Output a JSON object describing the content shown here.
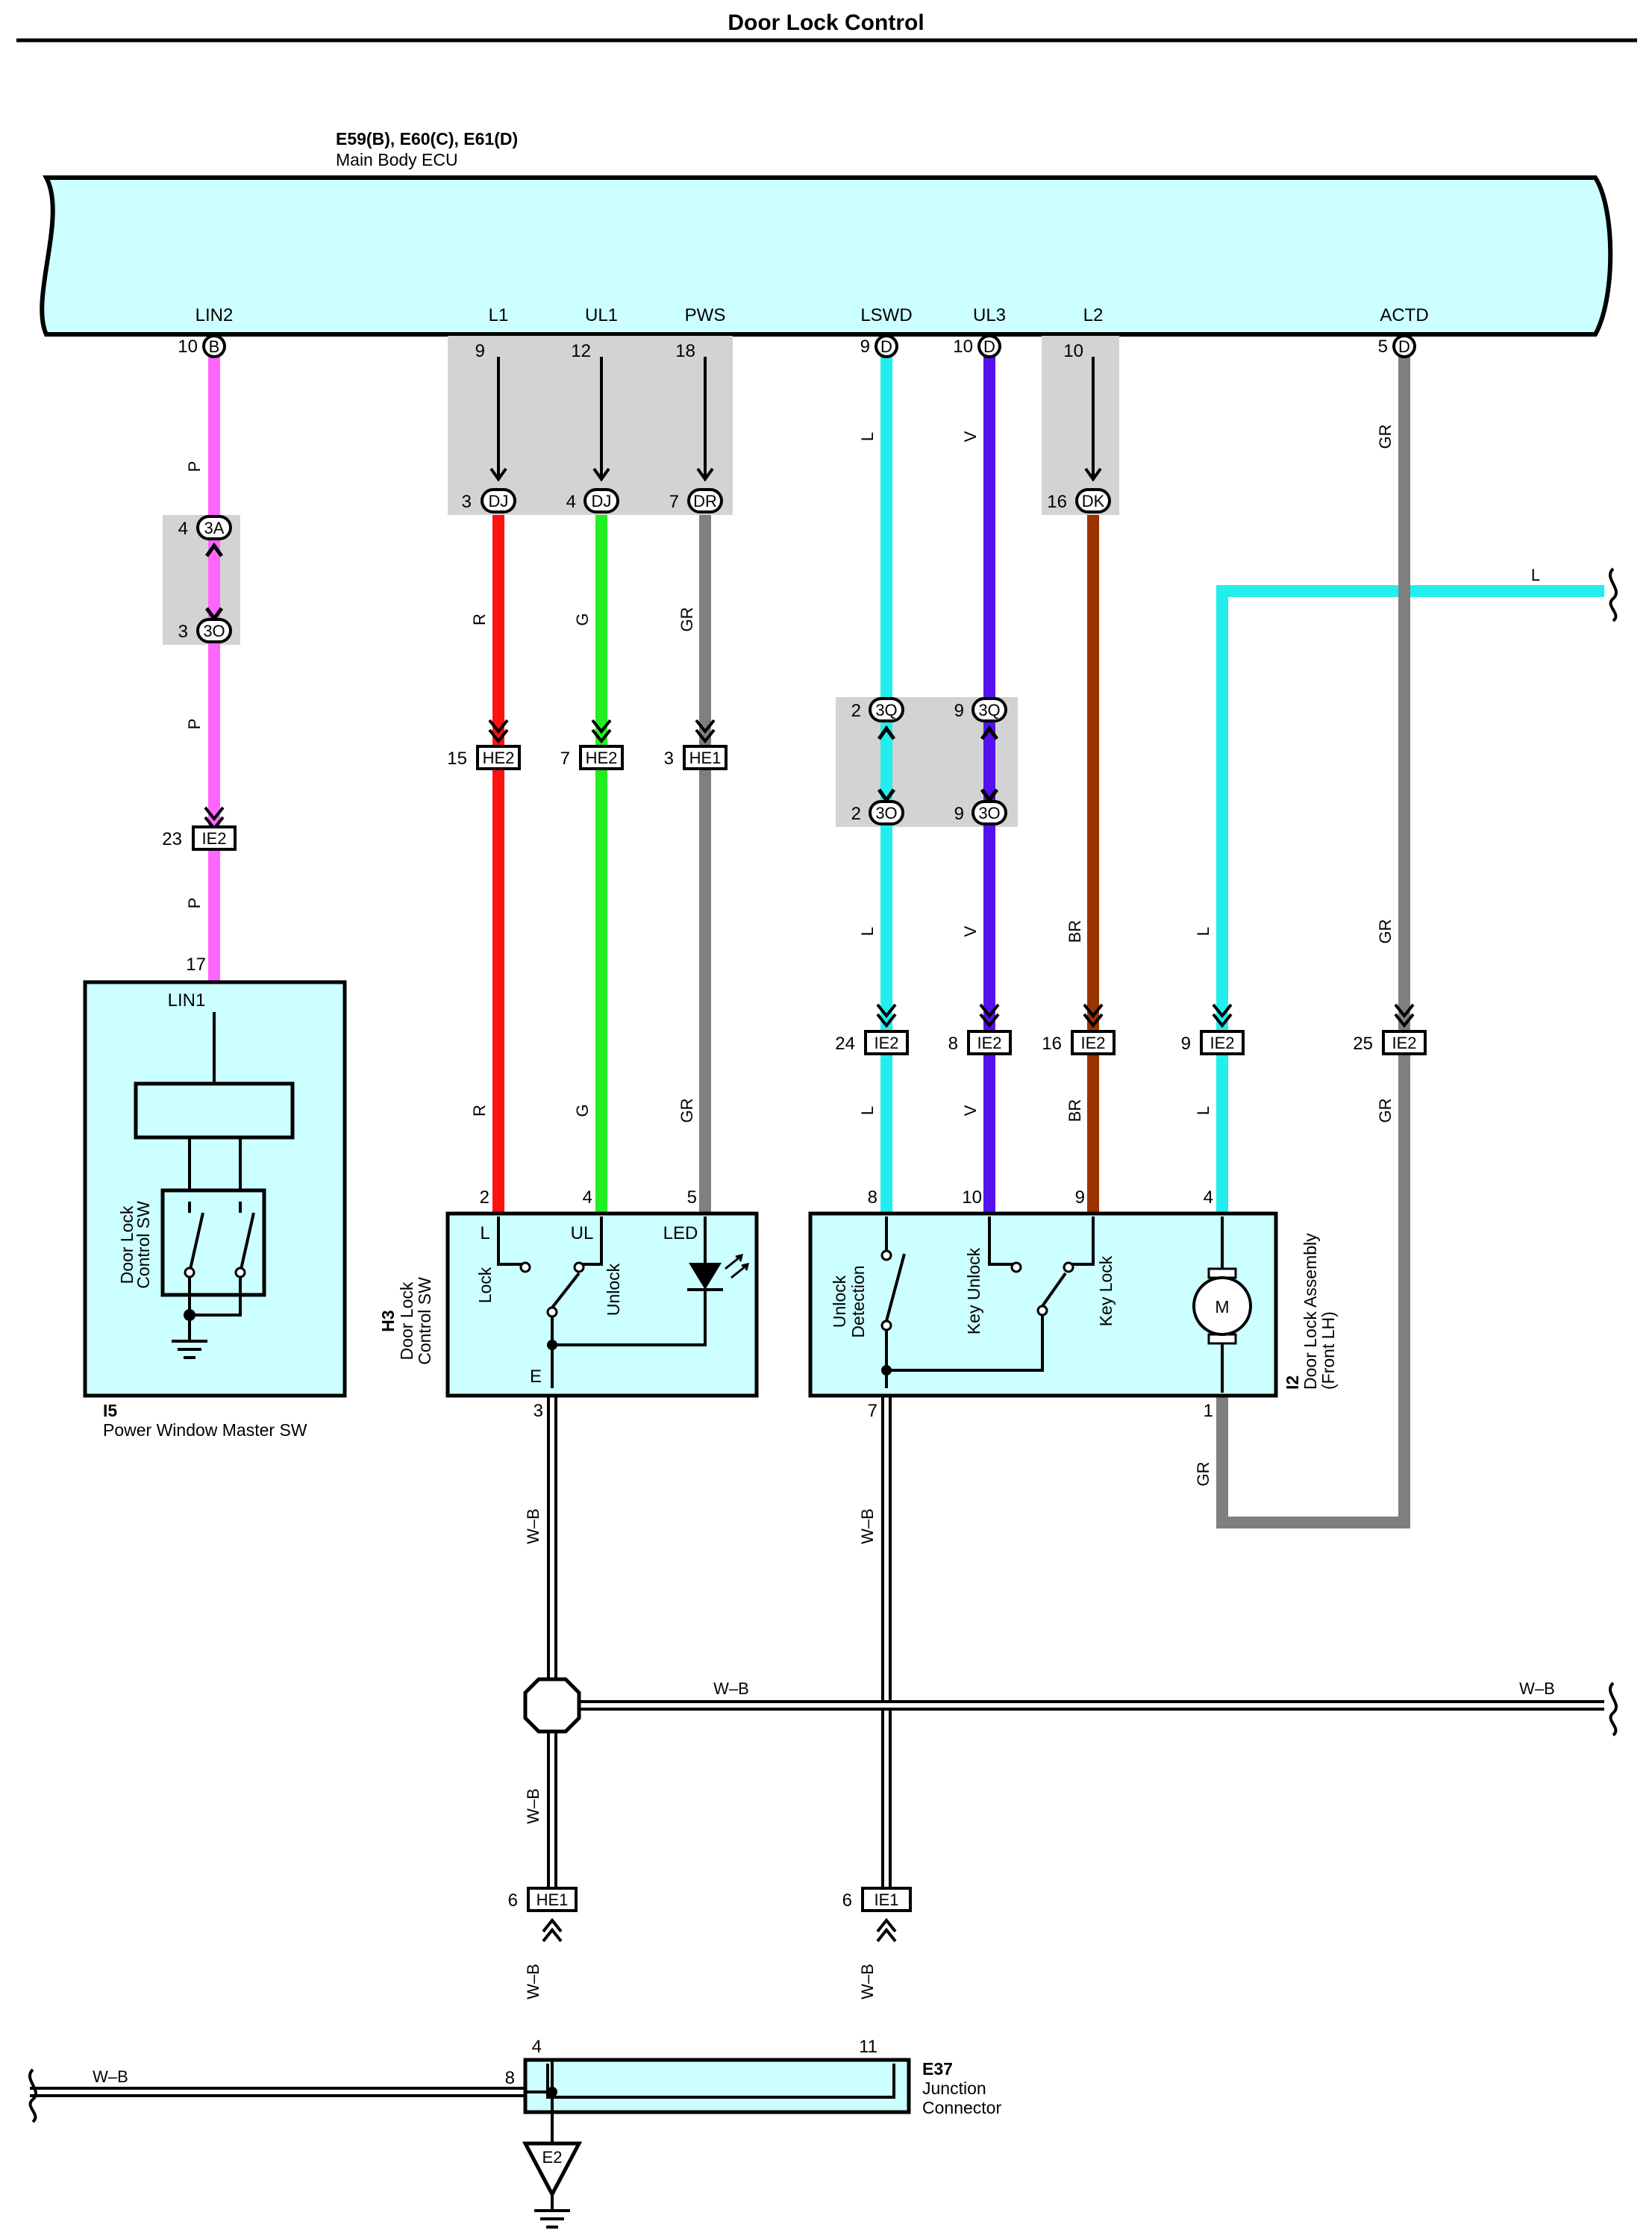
{
  "title": "Door Lock Control",
  "colors": {
    "ecu_fill": "#ccffff",
    "component_fill": "#ccffff",
    "shade": "#d3d3d3",
    "P": "#ff66ff",
    "R": "#ff1111",
    "G": "#22ee22",
    "GR": "#7f7f7f",
    "L": "#22eeee",
    "V": "#5511ee",
    "BR": "#993300",
    "W-B": "#ffffff"
  },
  "ecu": {
    "codes": "E59(B), E60(C), E61(D)",
    "name": "Main Body ECU",
    "terminals": [
      "LIN2",
      "L1",
      "UL1",
      "PWS",
      "LSWD",
      "UL3",
      "L2",
      "ACTD"
    ]
  },
  "pins": {
    "ecu_lin2": "10",
    "ecu_l1": "9",
    "ecu_ul1": "12",
    "ecu_pws": "18",
    "ecu_lswd": "9",
    "ecu_ul3": "10",
    "ecu_l2": "10",
    "ecu_actd": "5",
    "dj_l1": "3",
    "dj_ul1": "4",
    "dr_pws": "7",
    "dk_l2": "16",
    "a3a": "4",
    "o3o": "3",
    "he2_r": "15",
    "he2_g": "7",
    "he1_gr": "3",
    "q3q_l": "2",
    "q3q_v": "9",
    "o3o_l": "2",
    "o3o_v": "9",
    "ie2_p": "23",
    "ie2_l": "24",
    "ie2_v": "8",
    "ie2_br": "16",
    "ie2_l2": "9",
    "ie2_gr": "25",
    "i5_lin1": "17",
    "h3_l": "2",
    "h3_ul": "4",
    "h3_led": "5",
    "h3_e": "3",
    "i2_8": "8",
    "i2_10": "10",
    "i2_9": "9",
    "i2_4": "4",
    "i2_7": "7",
    "i2_1": "1",
    "he1_wb": "6",
    "ie1_wb": "6",
    "e37_4": "4",
    "e37_11": "11",
    "e37_8": "8"
  },
  "connectors": {
    "B": "B",
    "D": "D",
    "DJ": "DJ",
    "DR": "DR",
    "DK": "DK",
    "c3A": "3A",
    "c3O": "3O",
    "c3Q": "3Q",
    "HE2": "HE2",
    "HE1": "HE1",
    "IE2": "IE2",
    "IE1": "IE1",
    "E2": "E2"
  },
  "wire_colors": {
    "P": "P",
    "R": "R",
    "G": "G",
    "GR": "GR",
    "L": "L",
    "V": "V",
    "BR": "BR",
    "WB": "W–B"
  },
  "components": {
    "i5": {
      "code": "I5",
      "name": "Power Window Master SW",
      "terminal": "LIN1",
      "switch_label": [
        "Door Lock",
        "Control SW"
      ]
    },
    "h3": {
      "code": "H3",
      "name": [
        "Door Lock",
        "Control SW"
      ],
      "t_l": "L",
      "t_ul": "UL",
      "t_led": "LED",
      "t_e": "E",
      "lock": "Lock",
      "unlock": "Unlock"
    },
    "i2": {
      "code": "I2",
      "name": [
        "Door Lock Assembly",
        "(Front LH)"
      ],
      "unlock_det": [
        "Unlock",
        "Detection"
      ],
      "key_unlock": "Key Unlock",
      "key_lock": "Key Lock",
      "motor": "M"
    },
    "e37": {
      "code": "E37",
      "name": [
        "Junction",
        "Connector"
      ]
    }
  }
}
